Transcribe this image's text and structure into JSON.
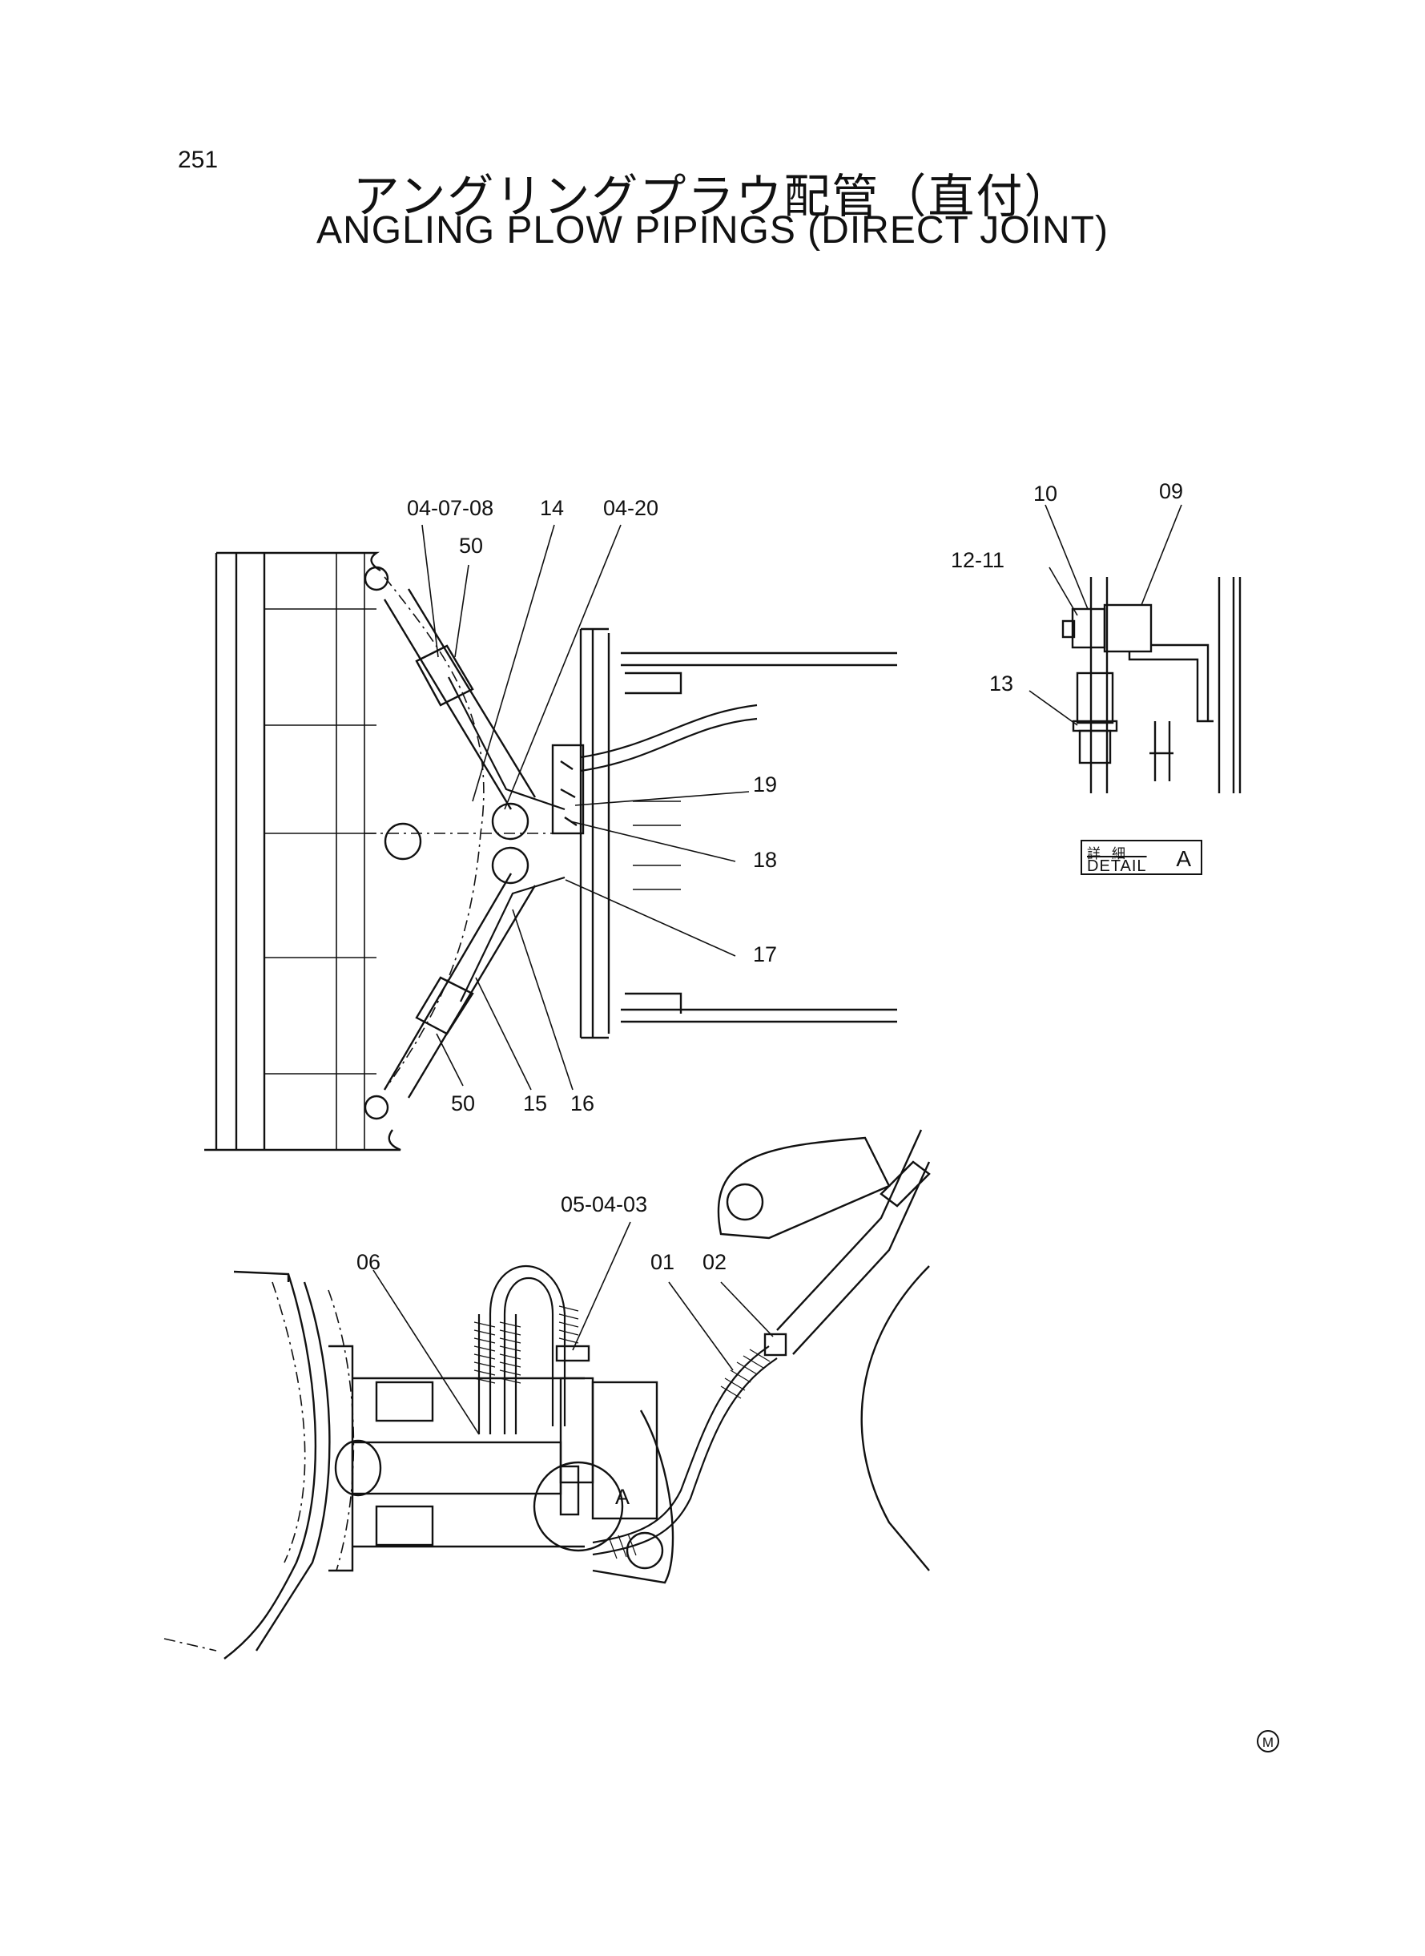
{
  "page_number": "251",
  "title_jp": "アングリングプラウ配管（直付）",
  "title_en": "ANGLING PLOW PIPINGS (DIRECT JOINT)",
  "callouts": {
    "c_04_07_08": "04-07-08",
    "c_14": "14",
    "c_04_20": "04-20",
    "c_50_top": "50",
    "c_19": "19",
    "c_18": "18",
    "c_17": "17",
    "c_50_bottom": "50",
    "c_15": "15",
    "c_16": "16",
    "c_10": "10",
    "c_09": "09",
    "c_12_11": "12-11",
    "c_13": "13",
    "c_05_04_03": "05-04-03",
    "c_06": "06",
    "c_01": "01",
    "c_02": "02",
    "c_A": "A"
  },
  "detail": {
    "label_jp": "詳細",
    "label_en": "DETAIL",
    "letter": "A"
  },
  "corner_mark": "M"
}
